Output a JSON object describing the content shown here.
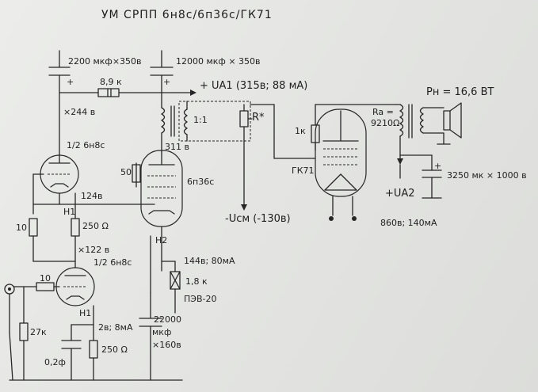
{
  "title": "УМ СРПП 6н8с/6п36с/ГК71",
  "labels": {
    "cap_2200": "2200 мкф×350в",
    "cap_12000": "12000 мкф × 350в",
    "res_8k9": "8,9 к",
    "plus": "+",
    "ua1": "+ UA1 (315в; 88 мА)",
    "v244": "×244 в",
    "ratio": "1:1",
    "r_star": "R*",
    "tube_6n8s": "1/2 6н8с",
    "v311": "311 в",
    "r50": "50",
    "tube_6p36s": "6п36с",
    "v124": "124в",
    "h1": "H1",
    "r10": "10",
    "r250": "250 Ω",
    "h2": "H2",
    "v122": "×122 в",
    "v144": "144в; 80мА",
    "r1k8": "1,8 к",
    "pev20": "ПЭВ-20",
    "cap_22000": "22000",
    "cap_mf": "мкф",
    "cap_160": "×160в",
    "v2": "2в; 8мА",
    "r27k": "27к",
    "cap_02f": "0,2ф",
    "ucm": "-Uсм (-130в)",
    "tube_gk71": "ГК71",
    "r1k": "1к",
    "ra": "Ra =",
    "ra_value": "9210Ω",
    "power": "Pн = 16,6 ВТ",
    "cap_3250": "3250 мк × 1000 в",
    "ua2": "+UA2",
    "v860": "860в; 140мА"
  }
}
